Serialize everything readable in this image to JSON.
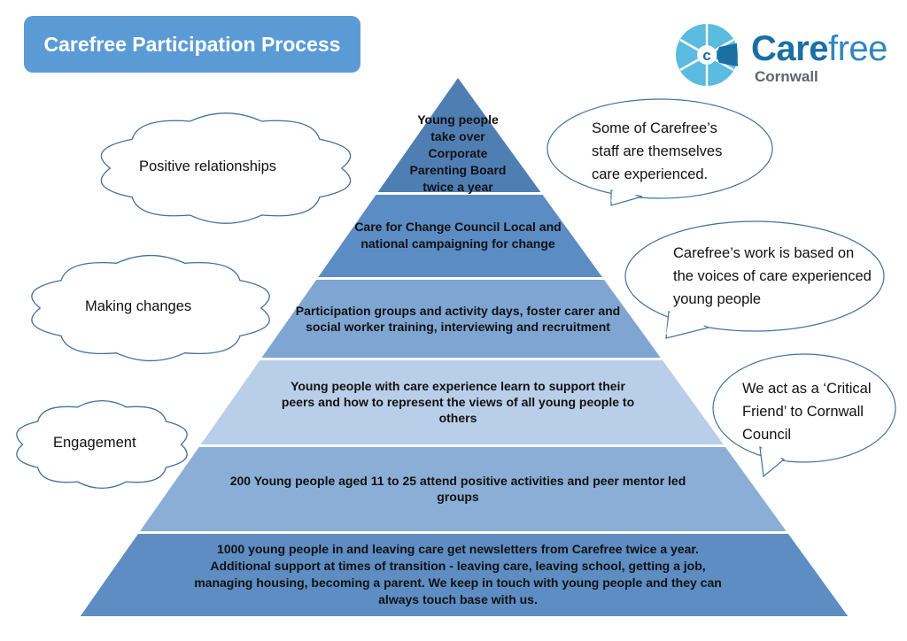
{
  "title": "Carefree Participation Process",
  "logo": {
    "word_bold": "Care",
    "word_light": "free",
    "subtitle": "Cornwall",
    "icon": "puzzle-circle-c-icon",
    "colors": {
      "primary": "#1a6fa3",
      "light": "#5bbbe0",
      "sub": "#5d6570"
    }
  },
  "pyramid": {
    "levels": [
      {
        "text": "Young people take over Corporate Parenting Board twice a year",
        "color": "#4f7eb3"
      },
      {
        "text": "Care for Change Council Local and national campaigning for change",
        "color": "#5b8cc4"
      },
      {
        "text": "Participation groups and activity days, foster carer and social worker training, interviewing and recruitment",
        "color": "#7fa6d3"
      },
      {
        "text": "Young people with care experience learn to support their peers and how to represent the views of all young people to others",
        "color": "#b9cee8"
      },
      {
        "text": "200 Young people aged 11 to 25 attend positive activities and peer mentor led groups",
        "color": "#8aaed6"
      },
      {
        "text": "1000 young people in and leaving care get newsletters from Carefree twice a year. Additional support at times of transition - leaving care, leaving school, getting a job, managing housing, becoming a parent. We keep in touch with young people and they can always touch base with us.",
        "color": "#5d8dc3"
      }
    ]
  },
  "clouds": [
    {
      "label": "Positive relationships"
    },
    {
      "label": "Making changes"
    },
    {
      "label": "Engagement"
    }
  ],
  "bubbles": [
    {
      "text": "Some of Carefree’s staff are themselves care experienced."
    },
    {
      "text": "Carefree’s work is based on the voices of care experienced young people"
    },
    {
      "text": "We act as a ‘Critical Friend’ to Cornwall Council"
    }
  ]
}
